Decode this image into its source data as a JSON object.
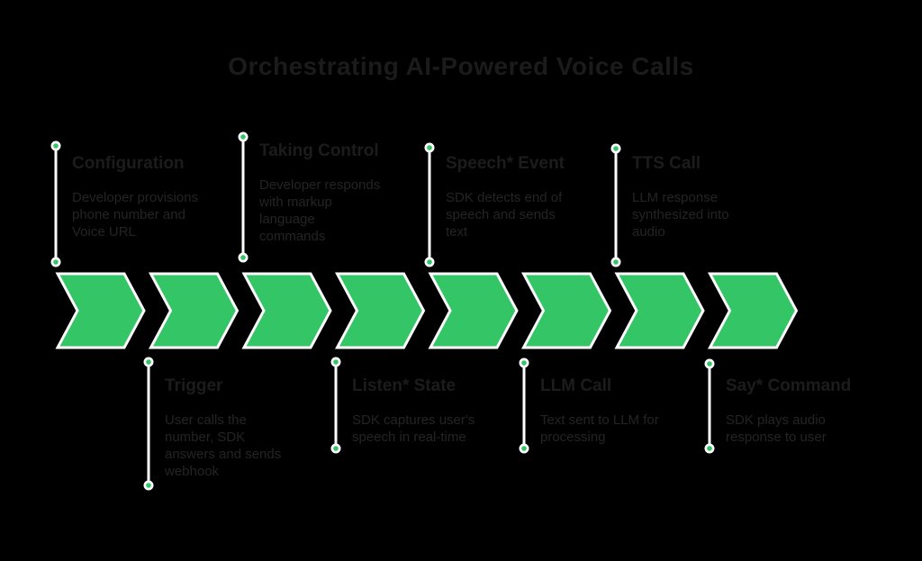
{
  "title": "Orchestrating AI-Powered Voice Calls",
  "colors": {
    "background": "#000000",
    "chevron_green": "#34c566",
    "outline_white": "#ffffff",
    "heading_text": "#1c1c1c",
    "body_text": "#242424"
  },
  "steps": [
    {
      "title": "Configuration",
      "description": "Developer provisions\nphone number and\nVoice URL",
      "position": "top"
    },
    {
      "title": "Trigger",
      "description": "User calls the\nnumber, SDK\nanswers and sends\nwebhook",
      "position": "bottom"
    },
    {
      "title": "Taking Control",
      "description": "Developer responds\nwith markup\nlanguage\ncommands",
      "position": "top"
    },
    {
      "title": "Listen* State",
      "description": "SDK captures user's\nspeech in real-time",
      "position": "bottom"
    },
    {
      "title": "Speech* Event",
      "description": "SDK detects end of\nspeech and sends\ntext",
      "position": "top"
    },
    {
      "title": "LLM Call",
      "description": "Text sent to LLM for\nprocessing",
      "position": "bottom"
    },
    {
      "title": "TTS Call",
      "description": "LLM response\nsynthesized into\naudio",
      "position": "top"
    },
    {
      "title": "Say* Command",
      "description": "SDK plays audio\nresponse to user",
      "position": "bottom"
    }
  ]
}
